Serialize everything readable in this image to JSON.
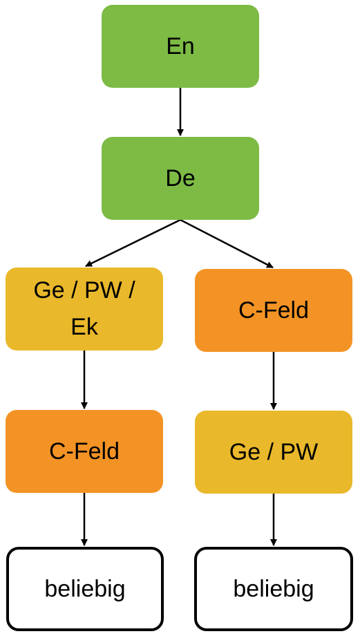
{
  "colors": {
    "green": "#7dbb45",
    "yellow": "#e9b82b",
    "orange": "#f39325",
    "white": "#ffffff",
    "arrow": "#000000"
  },
  "nodes": {
    "en": {
      "label": "En",
      "color": "green"
    },
    "de": {
      "label": "De",
      "color": "green"
    },
    "ge_pw_ek": {
      "label": "Ge / PW /\nEk",
      "color": "yellow"
    },
    "cfeld_r": {
      "label": "C-Feld",
      "color": "orange"
    },
    "cfeld_l": {
      "label": "C-Feld",
      "color": "orange"
    },
    "ge_pw": {
      "label": "Ge / PW",
      "color": "yellow"
    },
    "bel_l": {
      "label": "beliebig",
      "color": "white"
    },
    "bel_r": {
      "label": "beliebig",
      "color": "white"
    }
  },
  "edges": [
    {
      "from": "en",
      "to": "de"
    },
    {
      "from": "de",
      "to": "ge_pw_ek"
    },
    {
      "from": "de",
      "to": "cfeld_r"
    },
    {
      "from": "ge_pw_ek",
      "to": "cfeld_l"
    },
    {
      "from": "cfeld_r",
      "to": "ge_pw"
    },
    {
      "from": "cfeld_l",
      "to": "bel_l"
    },
    {
      "from": "ge_pw",
      "to": "bel_r"
    }
  ]
}
